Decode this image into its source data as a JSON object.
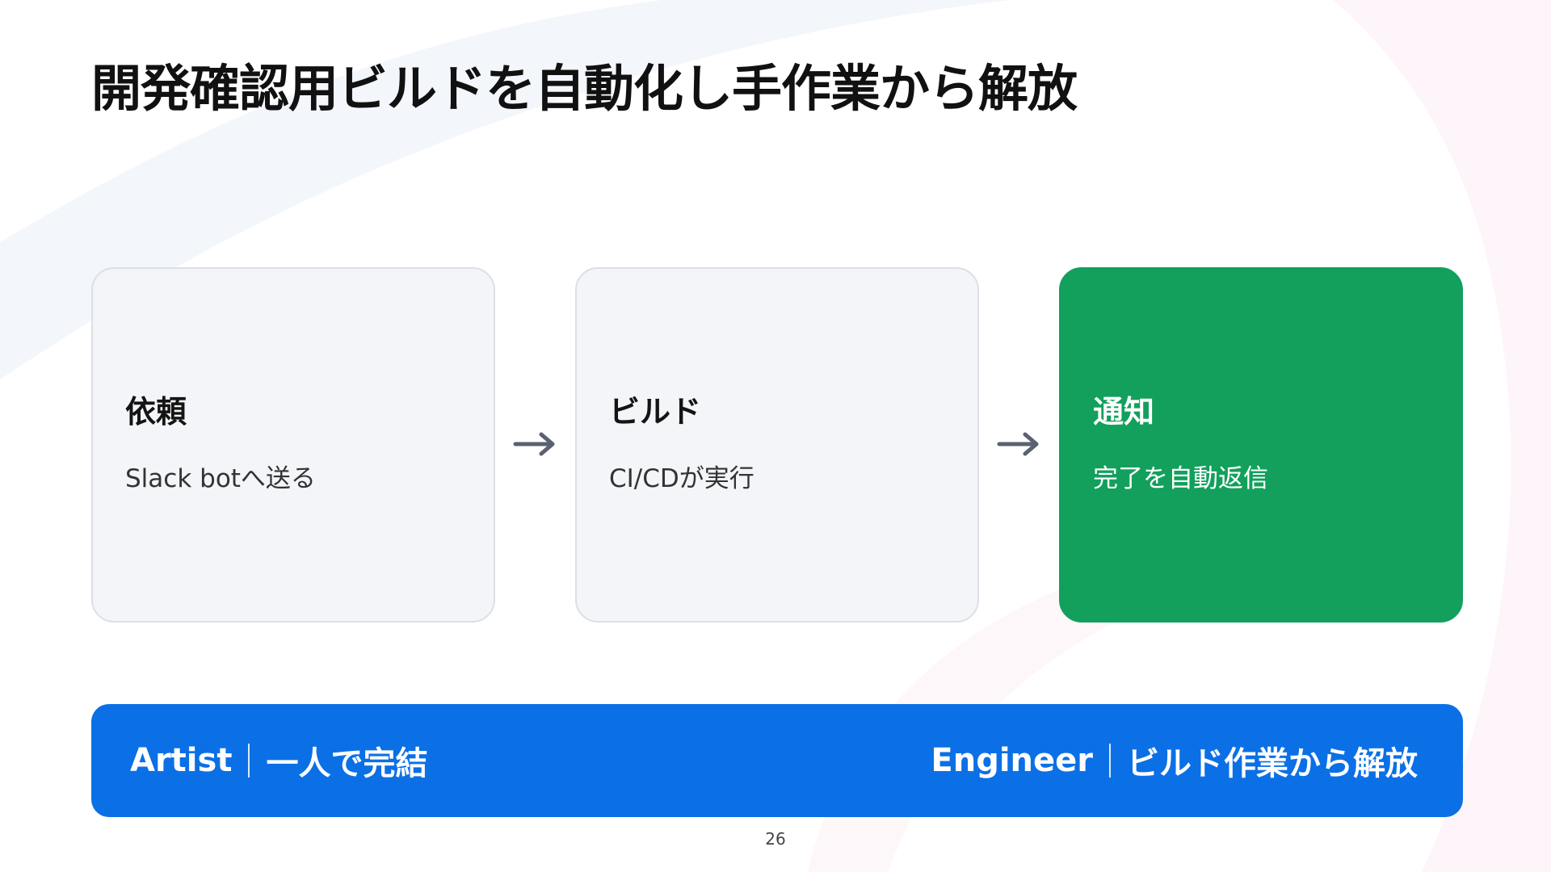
{
  "slide": {
    "title": "開発確認用ビルドを自動化し手作業から解放",
    "page_number": "26"
  },
  "steps": [
    {
      "title": "依頼",
      "description": "Slack botへ送る"
    },
    {
      "title": "ビルド",
      "description": "CI/CDが実行"
    },
    {
      "title": "通知",
      "description": "完了を自動返信"
    }
  ],
  "banner": {
    "left": {
      "role": "Artist",
      "text": "一人で完結"
    },
    "right": {
      "role": "Engineer",
      "text": "ビルド作業から解放"
    }
  },
  "colors": {
    "accent_green": "#12a05c",
    "accent_blue": "#0b70e6",
    "card_background": "#f4f5f9",
    "arrow_gray": "#5a6170"
  },
  "icons": {
    "flow_arrow": "arrow-right-icon"
  }
}
